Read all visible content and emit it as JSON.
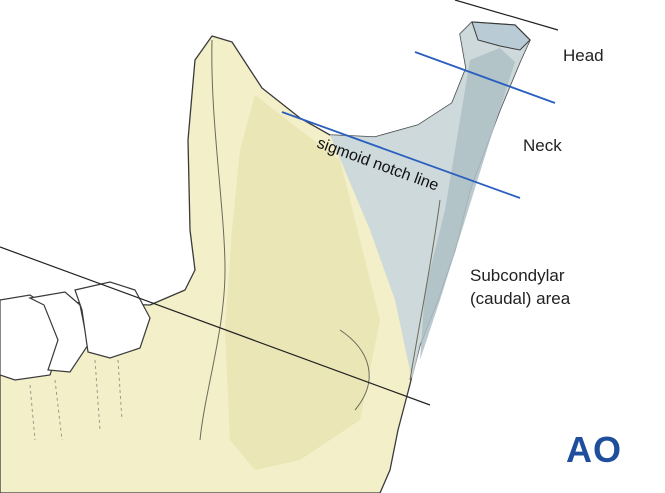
{
  "labels": {
    "head": "Head",
    "neck": "Neck",
    "subcondylar_line1": "Subcondylar",
    "subcondylar_line2": "(caudal) area",
    "sigmoid_notch_line": "sigmoid notch line"
  },
  "logo": {
    "text": "AO",
    "color": "#1f4e9c"
  },
  "colors": {
    "bone": "#f3efc8",
    "bone_shade": "#e6e0a8",
    "condyle": "#c9d6db",
    "condyle_dark": "#aebfc6",
    "guide_line": "#2a5fbf",
    "outline": "#3a3a3a"
  }
}
